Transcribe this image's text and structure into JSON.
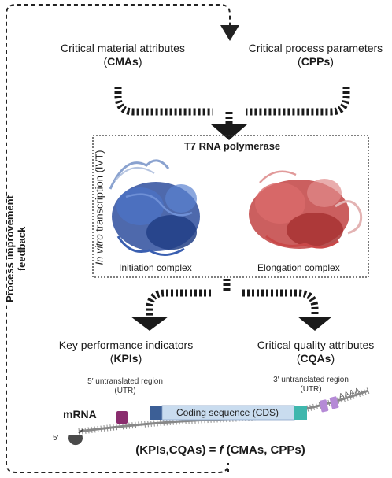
{
  "side_label": "Process improvement feedback",
  "inputs": {
    "cma_line1": "Critical material attributes",
    "cma_paren_open": "(",
    "cma_abbr": "CMAs",
    "cma_paren_close": ")",
    "cpp_line1": "Critical process parameters",
    "cpp_paren_open": "(",
    "cpp_abbr": "CPPs",
    "cpp_paren_close": ")"
  },
  "ivt_box": {
    "title": "T7 RNA polymerase",
    "side_italic": "In vitro",
    "side_rest": " transcription (IVT)",
    "left_caption": "Initiation complex",
    "right_caption": "Elongation complex"
  },
  "outputs": {
    "kpi_line1": "Key performance indicators",
    "kpi_paren_open": "(",
    "kpi_abbr": "KPIs",
    "kpi_paren_close": ")",
    "cqa_line1": "Critical quality attributes",
    "cqa_paren_open": "(",
    "cqa_abbr": "CQAs",
    "cqa_paren_close": ")"
  },
  "mrna": {
    "label": "mRNA",
    "utr5_line1": "5′ untranslated region",
    "utr5_line2": "(UTR)",
    "utr3_line1": "3′ untranslated region",
    "utr3_line2": "(UTR)",
    "cds": "Coding sequence (CDS)",
    "poly_a": "AAAA",
    "five_prime": "5′"
  },
  "formula": {
    "lhs": "(KPIs,CQAs) = ",
    "f": "f",
    "rhs": " (CMAs, CPPs)"
  },
  "colors": {
    "initiation_protein": "#3a5fb0",
    "elongation_protein": "#c94848",
    "utr5_block": "#8a2d6e",
    "cds_block": "#c9dcef",
    "cds_cap_left": "#3c5f96",
    "cds_cap_right": "#3fb7ad",
    "utr3_block": "#b58ad6"
  }
}
